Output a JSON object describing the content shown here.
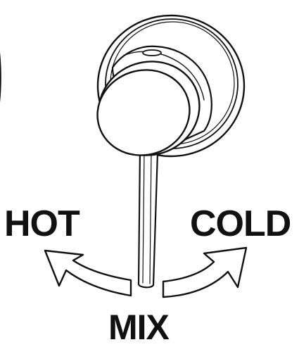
{
  "labels": {
    "hot": "HOT",
    "cold": "COLD",
    "mix": "MIX"
  },
  "colors": {
    "line": "#111111",
    "fill": "#ffffff",
    "text": "#111111"
  },
  "icons": {
    "left_partial": "partial-round-flange-icon",
    "mixer": "mixer-valve-icon",
    "hot_arrow": "curved-arrow-left-icon",
    "cold_arrow": "curved-arrow-right-icon"
  }
}
